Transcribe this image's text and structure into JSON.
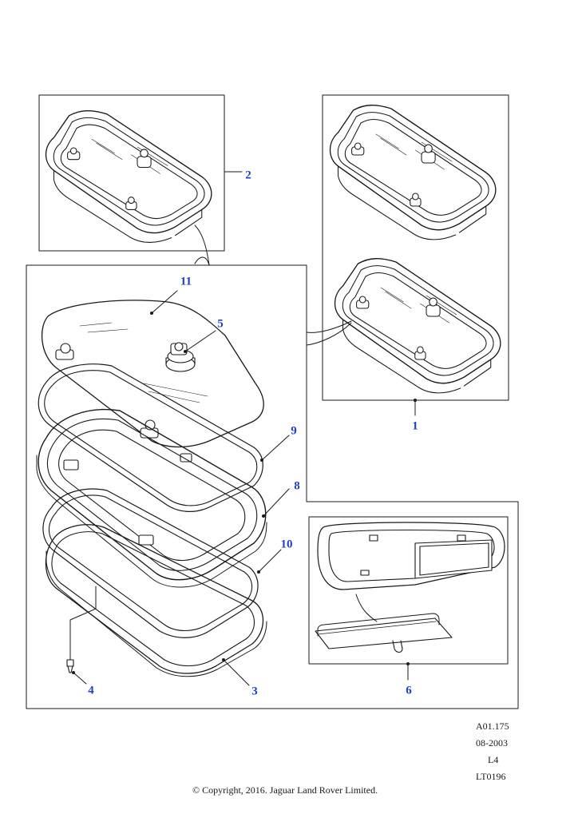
{
  "callouts": {
    "c1": "1",
    "c2": "2",
    "c3": "3",
    "c4": "4",
    "c5": "5",
    "c6": "6",
    "c8": "8",
    "c9": "9",
    "c10": "10",
    "c11": "11"
  },
  "meta": {
    "ref": "A01.175",
    "date": "08-2003",
    "model": "L4",
    "code": "LT0196"
  },
  "copyright": "© Copyright, 2016. Jaguar Land Rover Limited.",
  "colors": {
    "line": "#1a1a1a",
    "callout": "#1f3fc4",
    "fill": "#ffffff"
  }
}
